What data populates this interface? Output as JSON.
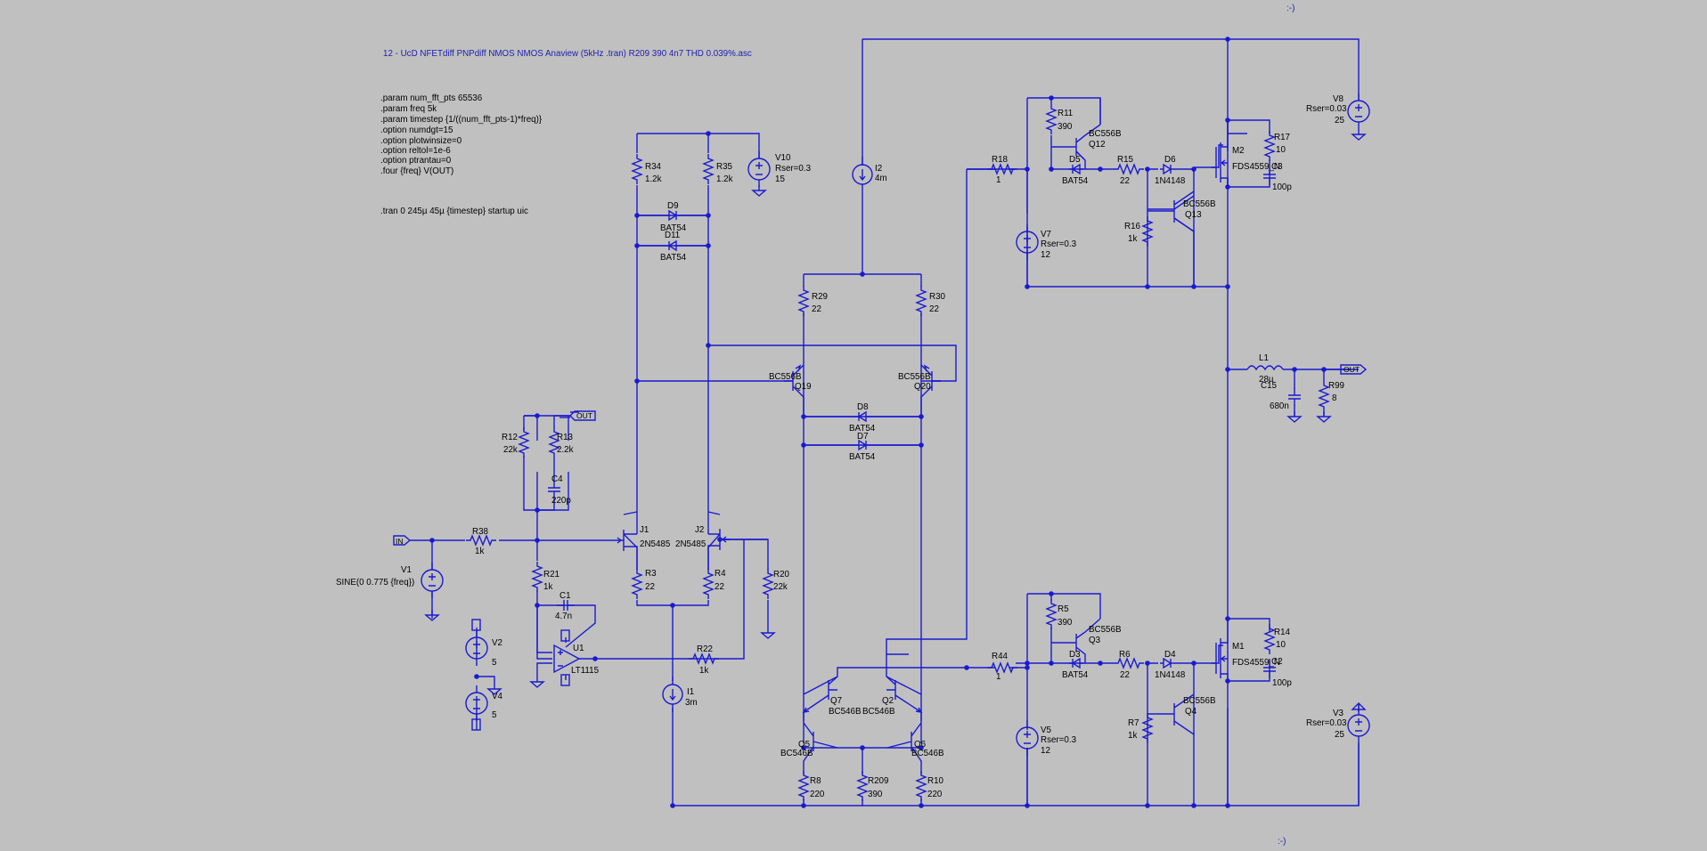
{
  "title": "12 - UcD NFETdiff PNPdiff NMOS NMOS Anaview (5kHz .tran) R209 390 4n7 THD 0.039%.asc",
  "corner_mark": ":-)",
  "directives": [
    ".param num_fft_pts 65536",
    ".param freq 5k",
    ".param timestep {1/((num_fft_pts-1)*freq)}",
    ".option numdgt=15",
    ".option plotwinsize=0",
    ".option reltol=1e-6",
    ".option ptrantau=0",
    ".four {freq} V(OUT)"
  ],
  "tran": ".tran 0 245µ 45µ {timestep} startup uic",
  "nets": {
    "in": "IN",
    "out": "OUT"
  },
  "labels": {
    "V1": "V1",
    "V1_val": "SINE(0 0.775 {freq})",
    "R38": "R38",
    "R38_val": "1k",
    "R12": "R12",
    "R12_val": "22k",
    "R13": "R13",
    "R13_val": "2.2k",
    "C4": "C4",
    "C4_val": "220p",
    "R21": "R21",
    "R21_val": "1k",
    "C1": "C1",
    "C1_val": "4.7n",
    "U1": "U1",
    "U1_val": "LT1115",
    "V2": "V2",
    "V2_val": "5",
    "V4": "V4",
    "V4_val": "5",
    "R34": "R34",
    "R34_val": "1.2k",
    "R35": "R35",
    "R35_val": "1.2k",
    "V10": "V10",
    "V10_rser": "Rser=0.3",
    "V10_val": "15",
    "D9": "D9",
    "D9_val": "BAT54",
    "D11": "D11",
    "D11_val": "BAT54",
    "J1": "J1",
    "J1_val": "2N5485",
    "J2": "J2",
    "J2_val": "2N5485",
    "R3": "R3",
    "R3_val": "22",
    "R4": "R4",
    "R4_val": "22",
    "R20": "R20",
    "R20_val": "22k",
    "R22": "R22",
    "R22_val": "1k",
    "I1": "I1",
    "I1_val": "3m",
    "I2": "I2",
    "I2_val": "4m",
    "R29": "R29",
    "R29_val": "22",
    "R30": "R30",
    "R30_val": "22",
    "Q19": "Q19",
    "Q19_val": "BC556B",
    "Q20": "Q20",
    "Q20_val": "BC556B",
    "D8": "D8",
    "D8_val": "BAT54",
    "D7": "D7",
    "D7_val": "BAT54",
    "Q7": "Q7",
    "Q7_val": "BC546B",
    "Q2": "Q2",
    "Q2_val": "BC546B",
    "Q5": "Q5",
    "Q5_val": "BC546B",
    "Q6": "Q6",
    "Q6_val": "BC546B",
    "R8": "R8",
    "R8_val": "220",
    "R209": "R209",
    "R209_val": "390",
    "R10": "R10",
    "R10_val": "220",
    "R18": "R18",
    "R18_val": "1",
    "R44": "R44",
    "R44_val": "1",
    "R11": "R11",
    "R11_val": "390",
    "Q12": "Q12",
    "Q12_val": "BC556B",
    "D5": "D5",
    "D5_val": "BAT54",
    "R15": "R15",
    "R15_val": "22",
    "D6": "D6",
    "D6_val": "1N4148",
    "Q13": "Q13",
    "Q13_val": "BC556B",
    "R16": "R16",
    "R16_val": "1k",
    "V7": "V7",
    "V7_rser": "Rser=0.3",
    "V7_val": "12",
    "M2": "M2",
    "M2_val": "FDS4559_N",
    "R17": "R17",
    "R17_val": "10",
    "C3": "C3",
    "C3_val": "100p",
    "V8": "V8",
    "V8_rser": "Rser=0.03",
    "V8_val": "25",
    "R5": "R5",
    "R5_val": "390",
    "Q3": "Q3",
    "Q3_val": "BC556B",
    "D3": "D3",
    "D3_val": "BAT54",
    "R6": "R6",
    "R6_val": "22",
    "D4": "D4",
    "D4_val": "1N4148",
    "Q4": "Q4",
    "Q4_val": "BC556B",
    "R7": "R7",
    "R7_val": "1k",
    "V5": "V5",
    "V5_rser": "Rser=0.3",
    "V5_val": "12",
    "M1": "M1",
    "M1_val": "FDS4559_N",
    "R14": "R14",
    "R14_val": "10",
    "C2": "C2",
    "C2_val": "100p",
    "V3": "V3",
    "V3_rser": "Rser=0.03",
    "V3_val": "25",
    "L1": "L1",
    "L1_val": "28µ",
    "C15": "C15",
    "C15_val": "680n",
    "R99": "R99",
    "R99_val": "8"
  }
}
